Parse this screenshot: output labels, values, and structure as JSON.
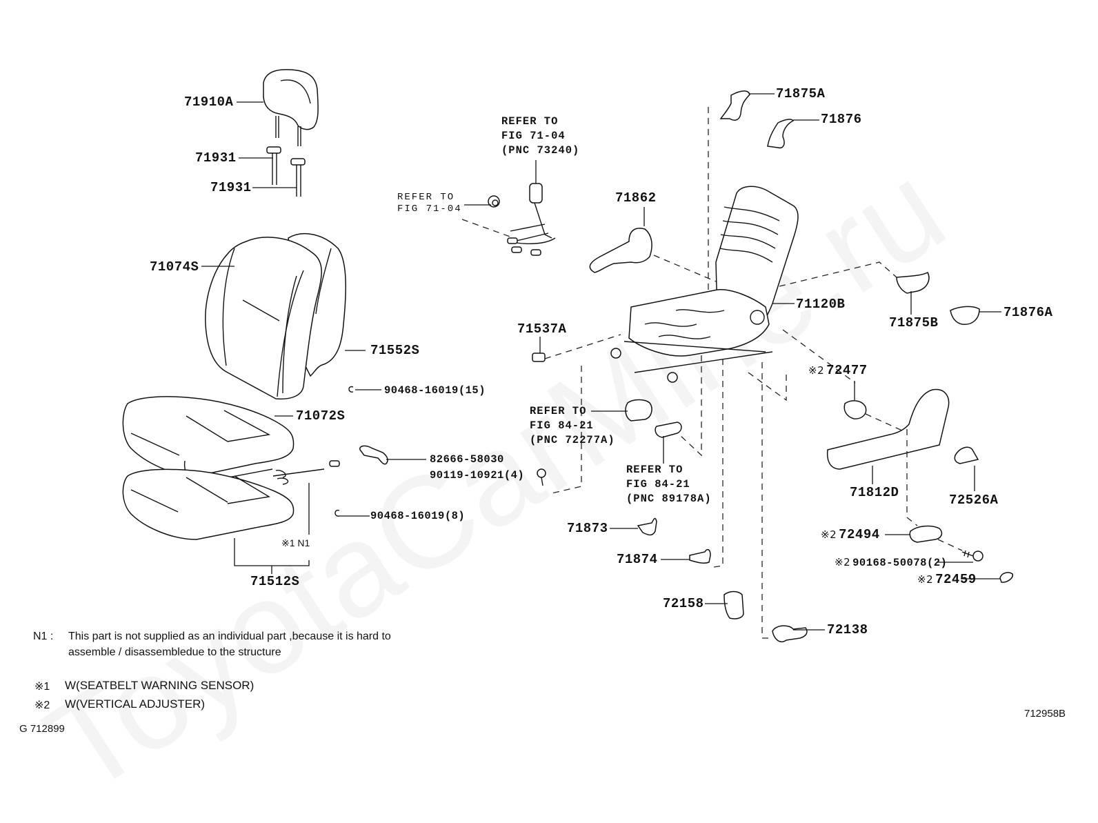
{
  "diagram": {
    "title_code": "712958B",
    "figure_code": "G 712899",
    "watermark": "ToyotaCarMine.ru",
    "parts": [
      {
        "id": "71910A",
        "name": "headrest"
      },
      {
        "id": "71931",
        "name": "headrest-support-1"
      },
      {
        "id": "71931",
        "name": "headrest-support-2"
      },
      {
        "id": "71074S",
        "name": "seatback-cover"
      },
      {
        "id": "71552S",
        "name": "seatback-pad"
      },
      {
        "id": "90468-16019(15)",
        "name": "hog-ring-15"
      },
      {
        "id": "71072S",
        "name": "seat-cushion-cover"
      },
      {
        "id": "82666-58030",
        "name": "wire-clamp"
      },
      {
        "id": "90119-10921(4)",
        "name": "bolt-4"
      },
      {
        "id": "90468-16019(8)",
        "name": "hog-ring-8"
      },
      {
        "id": "71512S",
        "name": "seat-cushion-pad"
      },
      {
        "id": "71875A",
        "name": "hinge-cover-a"
      },
      {
        "id": "71876",
        "name": "hinge-cover-inner"
      },
      {
        "id": "71862",
        "name": "recliner-lever"
      },
      {
        "id": "71120B",
        "name": "seat-frame"
      },
      {
        "id": "71875B",
        "name": "hinge-cover-b"
      },
      {
        "id": "71876A",
        "name": "hinge-cover-inner-a"
      },
      {
        "id": "71537A",
        "name": "cushion-stopper"
      },
      {
        "id": "72477",
        "name": "adjuster-knob-base",
        "mark": "※2"
      },
      {
        "id": "71812D",
        "name": "side-shield"
      },
      {
        "id": "72526A",
        "name": "recliner-knob"
      },
      {
        "id": "71873",
        "name": "track-cover-1"
      },
      {
        "id": "71874",
        "name": "track-cover-2"
      },
      {
        "id": "72494",
        "name": "vertical-adjuster-knob",
        "mark": "※2"
      },
      {
        "id": "90168-50078(2)",
        "name": "screw-2",
        "mark": "※2"
      },
      {
        "id": "72459",
        "name": "knob-cap",
        "mark": "※2"
      },
      {
        "id": "72158",
        "name": "leg-cover"
      },
      {
        "id": "72138",
        "name": "rail-cover"
      }
    ],
    "refs": [
      {
        "text": "REFER TO\nFIG 71-04\n(PNC 73240)"
      },
      {
        "text": "REFER TO\nFIG 71-04"
      },
      {
        "text": "REFER TO\nFIG 84-21\n(PNC 72277A)"
      },
      {
        "text": "REFER TO\nFIG 84-21\n(PNC 89178A)"
      }
    ],
    "inline_note": "※1 N1",
    "notes": {
      "n1_key": "N1 :",
      "n1_line1": "This part is not supplied as an individual part ,because it is hard to",
      "n1_line2": "assemble / disassembledue to the structure",
      "m1_key": "※1",
      "m1_text": "W(SEATBELT WARNING SENSOR)",
      "m2_key": "※2",
      "m2_text": "W(VERTICAL ADJUSTER)"
    }
  }
}
